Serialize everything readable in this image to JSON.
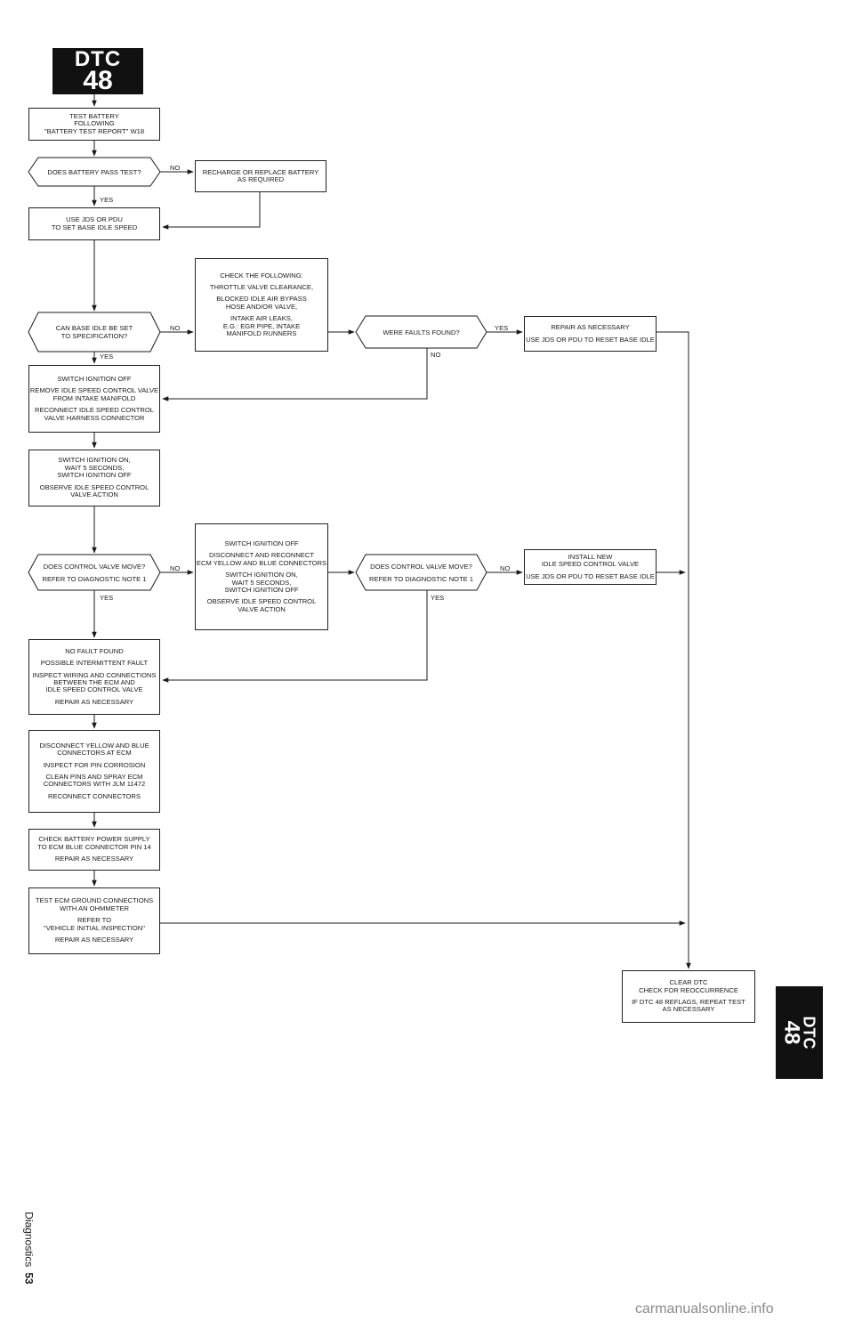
{
  "header": {
    "tab_top": "DTC",
    "tab_num": "48"
  },
  "side_tab": {
    "top": "DTC",
    "num": "48"
  },
  "nodes": {
    "n1": [
      "TEST BATTERY",
      "FOLLOWING",
      "\"BATTERY TEST REPORT\" W18"
    ],
    "d1": [
      "DOES BATTERY PASS TEST?"
    ],
    "r1": [
      "RECHARGE OR REPLACE BATTERY",
      "AS REQUIRED"
    ],
    "n2": [
      "USE JDS OR PDU",
      "TO SET BASE IDLE SPEED"
    ],
    "c1": [
      "CHECK THE FOLLOWING:",
      "",
      "THROTTLE VALVE CLEARANCE,",
      "",
      "BLOCKED IDLE AIR BYPASS",
      "HOSE AND/OR VALVE,",
      "",
      "INTAKE AIR LEAKS,",
      "E.G.: EGR PIPE, INTAKE",
      "MANIFOLD RUNNERS"
    ],
    "d2": [
      "CAN BASE IDLE BE SET",
      "TO SPECIFICATION?"
    ],
    "d3": [
      "WERE FAULTS FOUND?"
    ],
    "r2": [
      "REPAIR AS NECESSARY",
      "",
      "USE JDS OR PDU TO RESET BASE IDLE"
    ],
    "n3": [
      "SWITCH IGNITION OFF",
      "",
      "REMOVE IDLE SPEED CONTROL VALVE",
      "FROM INTAKE MANIFOLD",
      "",
      "RECONNECT IDLE SPEED CONTROL",
      "VALVE HARNESS CONNECTOR"
    ],
    "n4": [
      "SWITCH IGNITION ON,",
      "WAIT 5 SECONDS,",
      "SWITCH IGNITION OFF",
      "",
      "OBSERVE IDLE SPEED CONTROL",
      "VALVE ACTION"
    ],
    "c2": [
      "SWITCH IGNITION OFF",
      "",
      "DISCONNECT AND RECONNECT",
      "ECM YELLOW AND BLUE CONNECTORS",
      "",
      "SWITCH IGNITION ON,",
      "WAIT 5 SECONDS,",
      "SWITCH IGNITION OFF",
      "",
      "OBSERVE IDLE SPEED CONTROL",
      "VALVE ACTION"
    ],
    "d4": [
      "DOES CONTROL VALVE MOVE?",
      "",
      "REFER TO DIAGNOSTIC NOTE 1"
    ],
    "d5": [
      "DOES CONTROL VALVE MOVE?",
      "",
      "REFER TO DIAGNOSTIC NOTE 1"
    ],
    "r3": [
      "INSTALL NEW",
      "IDLE SPEED CONTROL VALVE",
      "",
      "USE JDS OR PDU TO RESET BASE IDLE"
    ],
    "n5": [
      "NO FAULT FOUND",
      "",
      "POSSIBLE INTERMITTENT FAULT",
      "",
      "INSPECT WIRING AND CONNECTIONS",
      "BETWEEN THE ECM AND",
      "IDLE SPEED CONTROL VALVE",
      "",
      "REPAIR AS NECESSARY"
    ],
    "n6": [
      "DISCONNECT YELLOW AND BLUE",
      "CONNECTORS AT ECM",
      "",
      "INSPECT FOR PIN CORROSION",
      "",
      "CLEAN PINS AND SPRAY ECM",
      "CONNECTORS WITH JLM 11472",
      "",
      "RECONNECT CONNECTORS"
    ],
    "n7": [
      "CHECK BATTERY POWER SUPPLY",
      "TO ECM BLUE CONNECTOR PIN 14",
      "",
      "REPAIR AS NECESSARY"
    ],
    "n8": [
      "TEST ECM GROUND CONNECTIONS",
      "WITH AN OHMMETER",
      "",
      "REFER TO",
      "\"VEHICLE INITIAL INSPECTION\"",
      "",
      "REPAIR AS NECESSARY"
    ],
    "n9": [
      "CLEAR DTC",
      "CHECK FOR REOCCURRENCE",
      "",
      "IF DTC 48 REFLAGS, REPEAT TEST",
      "AS NECESSARY"
    ]
  },
  "labels": {
    "l_no1": "NO",
    "l_yes1": "YES",
    "l_no2": "NO",
    "l_yes2": "YES",
    "l_yes3": "YES",
    "l_no3": "NO",
    "l_no4": "NO",
    "l_yes4": "YES",
    "l_no5": "NO",
    "l_yes5": "YES"
  },
  "footer": {
    "section": "Diagnostics",
    "page": "53"
  },
  "watermark": "carmanualsonline.info"
}
